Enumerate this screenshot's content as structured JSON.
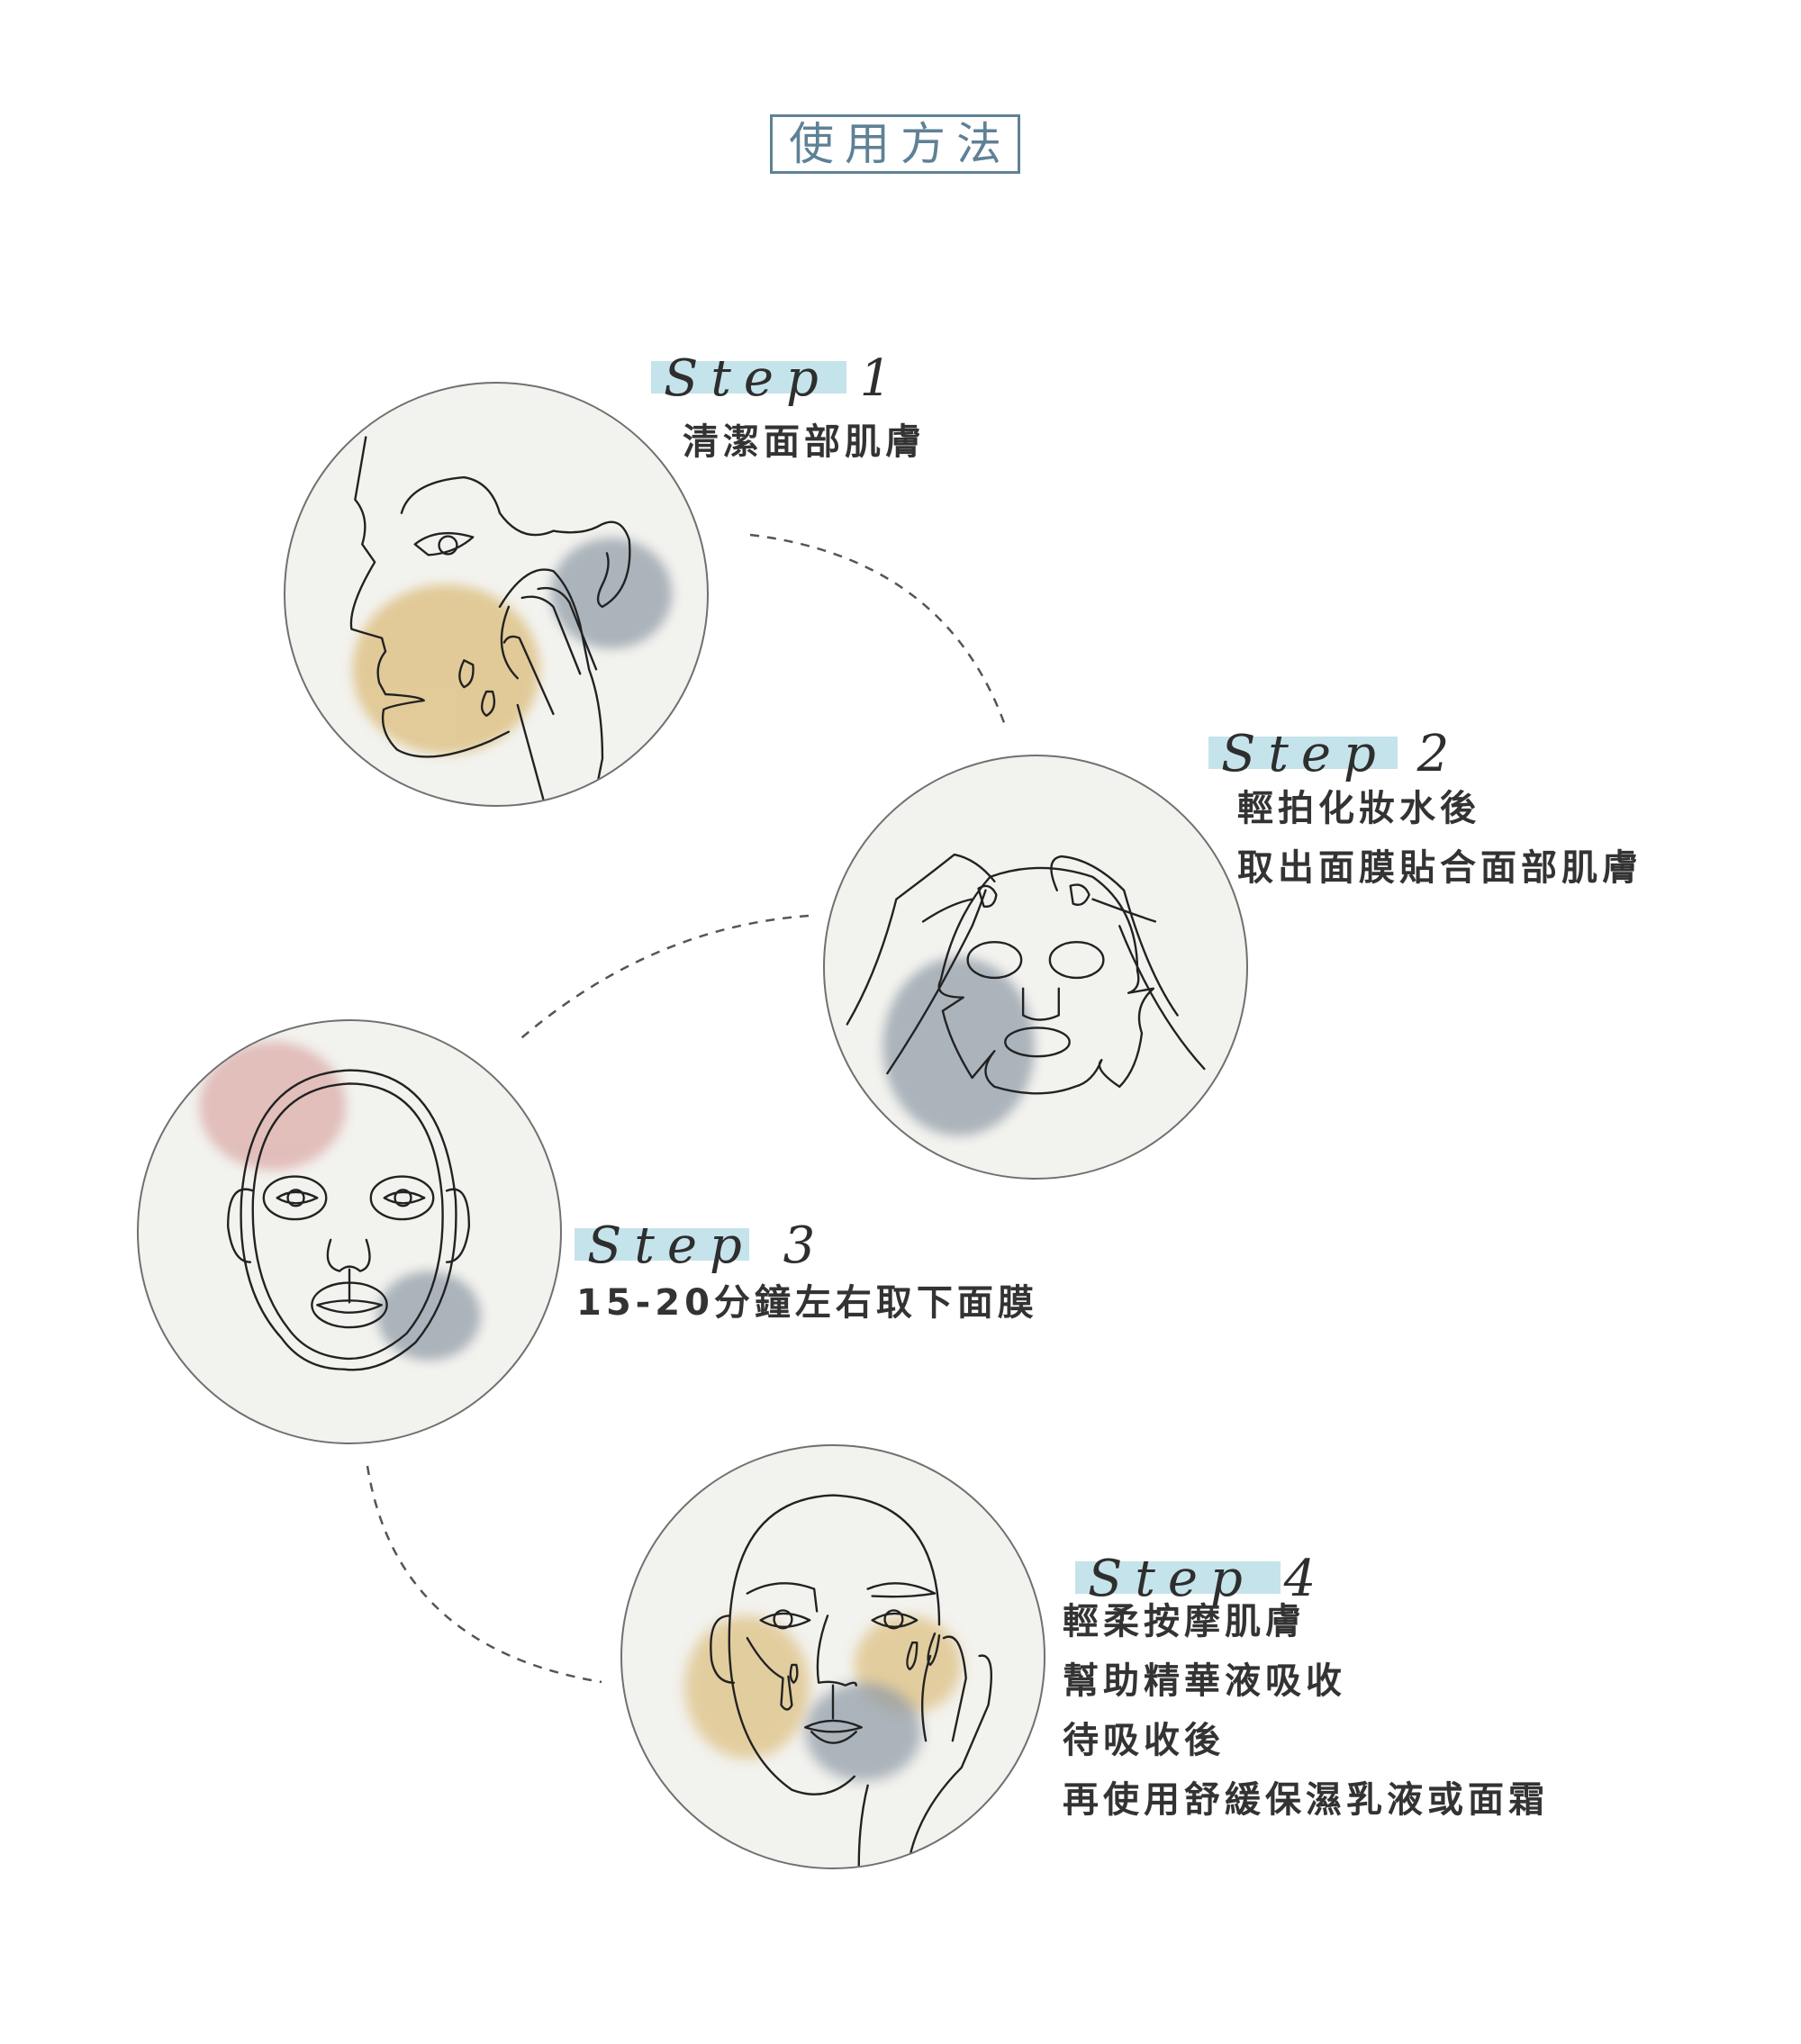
{
  "title": "使用方法",
  "colors": {
    "title": "#5f8196",
    "highlight": "#c5e3ea",
    "circle_fill": "#f2f2ee",
    "circle_border": "#707070",
    "text": "#333333",
    "watercolor_yellow": "#d9b56a",
    "watercolor_gray": "#8e9aa6",
    "watercolor_pink": "#d9a3a0"
  },
  "steps": [
    {
      "label": "Step 1",
      "lines": [
        "清潔面部肌膚"
      ],
      "illustration": "face-profile-cleansing-icon"
    },
    {
      "label": "Step 2",
      "lines": [
        "輕拍化妝水後",
        "取出面膜貼合面部肌膚"
      ],
      "illustration": "applying-sheet-mask-icon"
    },
    {
      "label": "Step 3",
      "lines": [
        "15-20分鐘左右取下面膜"
      ],
      "illustration": "face-with-sheet-mask-icon"
    },
    {
      "label": "Step 4",
      "lines": [
        "輕柔按摩肌膚",
        "幫助精華液吸收",
        "待吸收後",
        "再使用舒緩保濕乳液或面霜"
      ],
      "illustration": "face-massage-icon"
    }
  ]
}
